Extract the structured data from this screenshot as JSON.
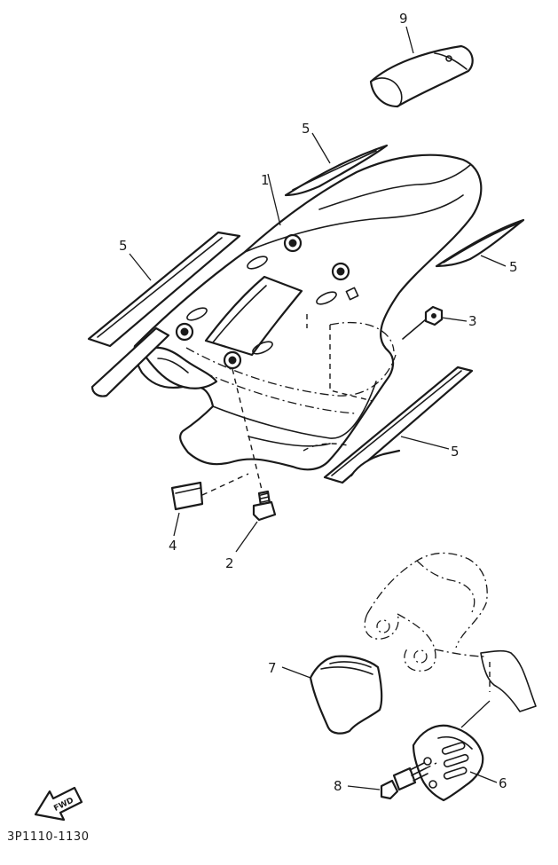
{
  "diagram_code": "3P1110-1130",
  "front_arrow_label": "FWD",
  "callouts": {
    "part1": "1",
    "part2": "2",
    "part3": "3",
    "part4": "4",
    "part5_top": "5",
    "part5_left": "5",
    "part5_right": "5",
    "part5_bottom": "5",
    "part6": "6",
    "part7": "7",
    "part8": "8",
    "part9": "9"
  }
}
